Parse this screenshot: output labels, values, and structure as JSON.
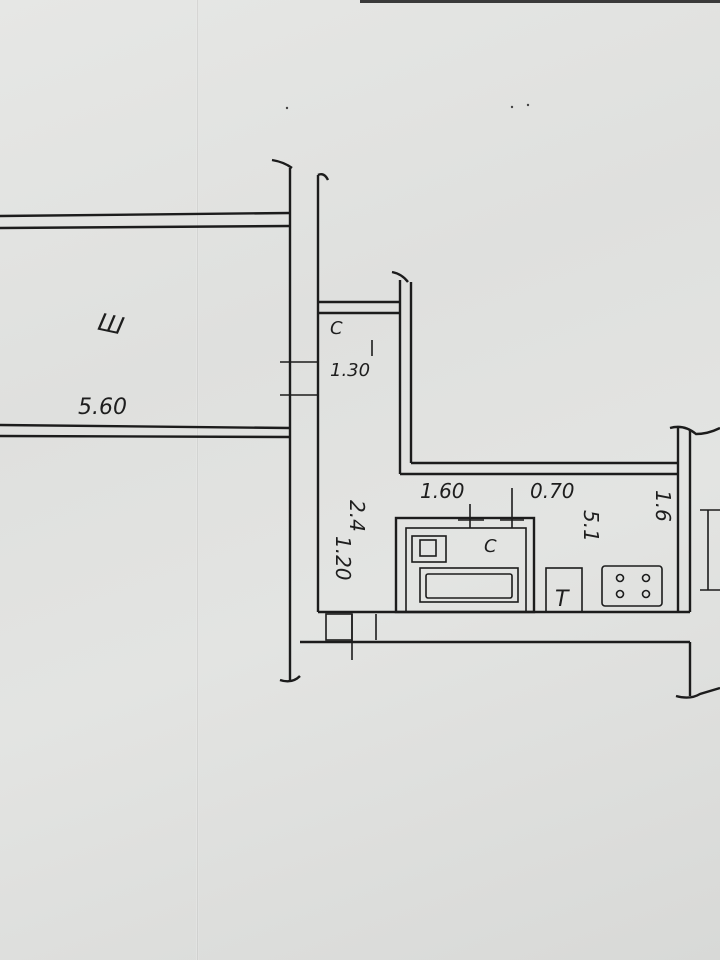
{
  "plan": {
    "labels": {
      "room_area": "Ш",
      "room_width": "5.60",
      "bathroom_symbol": "C",
      "bathroom_dim": "1.30",
      "corridor_area": "2.4",
      "corridor_length": "1.60",
      "kitchen_opening": "0.70",
      "kitchen_area": "5.1",
      "kitchen_width": "1.6",
      "corridor_width": "1.20",
      "toilet_symbol": "C",
      "fridge_symbol": "T"
    }
  }
}
